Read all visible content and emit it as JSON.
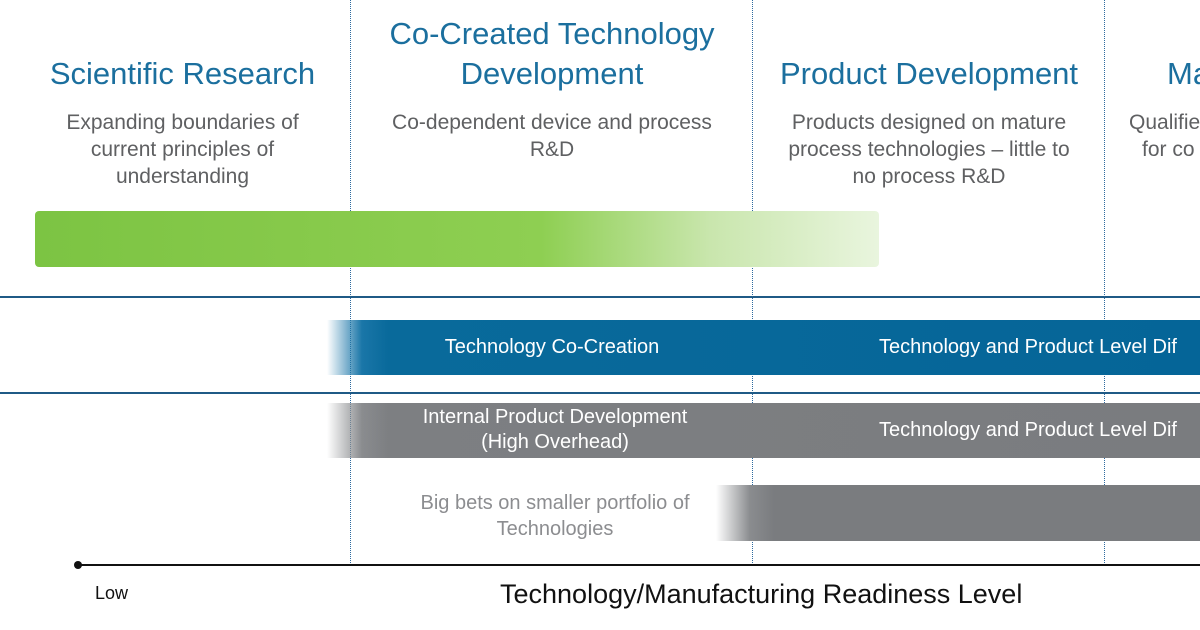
{
  "phases": [
    {
      "title": "Scientific Research",
      "description": [
        "Expanding boundaries of",
        "current principles of",
        "understanding"
      ]
    },
    {
      "title": [
        "Co-Created Technology",
        "Development"
      ],
      "description": [
        "Co-dependent device and process",
        "R&D"
      ]
    },
    {
      "title": "Product Development",
      "description": [
        "Products designed on mature",
        "process technologies –  little to",
        "no process R&D"
      ]
    },
    {
      "title": "Ma",
      "description": [
        "Qualifie",
        "for co"
      ]
    }
  ],
  "bands": {
    "blue": {
      "left_label": "Technology  Co-Creation",
      "right_label": "Technology  and Product Level Dif"
    },
    "gray": {
      "left_label": [
        "Internal  Product Development",
        "(High Overhead)"
      ],
      "right_label": "Technology  and Product Level Dif"
    },
    "bottom": {
      "label": [
        "Big bets on smaller portfolio of",
        "Technologies"
      ]
    }
  },
  "axis": {
    "low_label": "Low",
    "title": "Technology/Manufacturing  Readiness  Level"
  },
  "colors": {
    "title_blue": "#1b6f9e",
    "green": "#7cc443",
    "band_blue": "#056598",
    "band_gray": "#7a7c7f"
  }
}
